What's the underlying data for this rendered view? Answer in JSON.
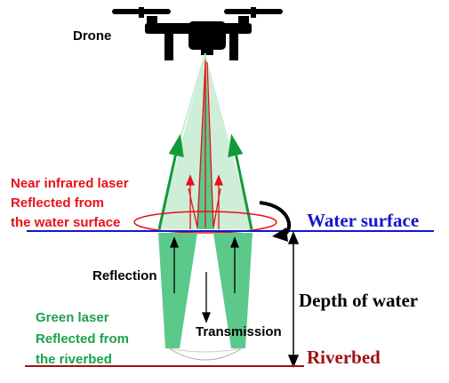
{
  "labels": {
    "drone": "Drone",
    "nir_line1": "Near infrared laser",
    "nir_line2": "Reflected from",
    "nir_line3": "the water surface",
    "water_surface": "Water surface",
    "reflection": "Reflection",
    "depth_of_water": "Depth of water",
    "green_line1": "Green laser",
    "green_line2": "Reflected from",
    "green_line3": "the riverbed",
    "transmission": "Transmission",
    "riverbed": "Riverbed"
  },
  "colors": {
    "nir": "#e8101a",
    "green_text": "#1aa34a",
    "green_dark": "#119a3a",
    "green_fill": "#5cc98a",
    "green_light": "#c9ecd3",
    "water": "#1515d0",
    "riverbed": "#a01010",
    "black": "#000000"
  }
}
